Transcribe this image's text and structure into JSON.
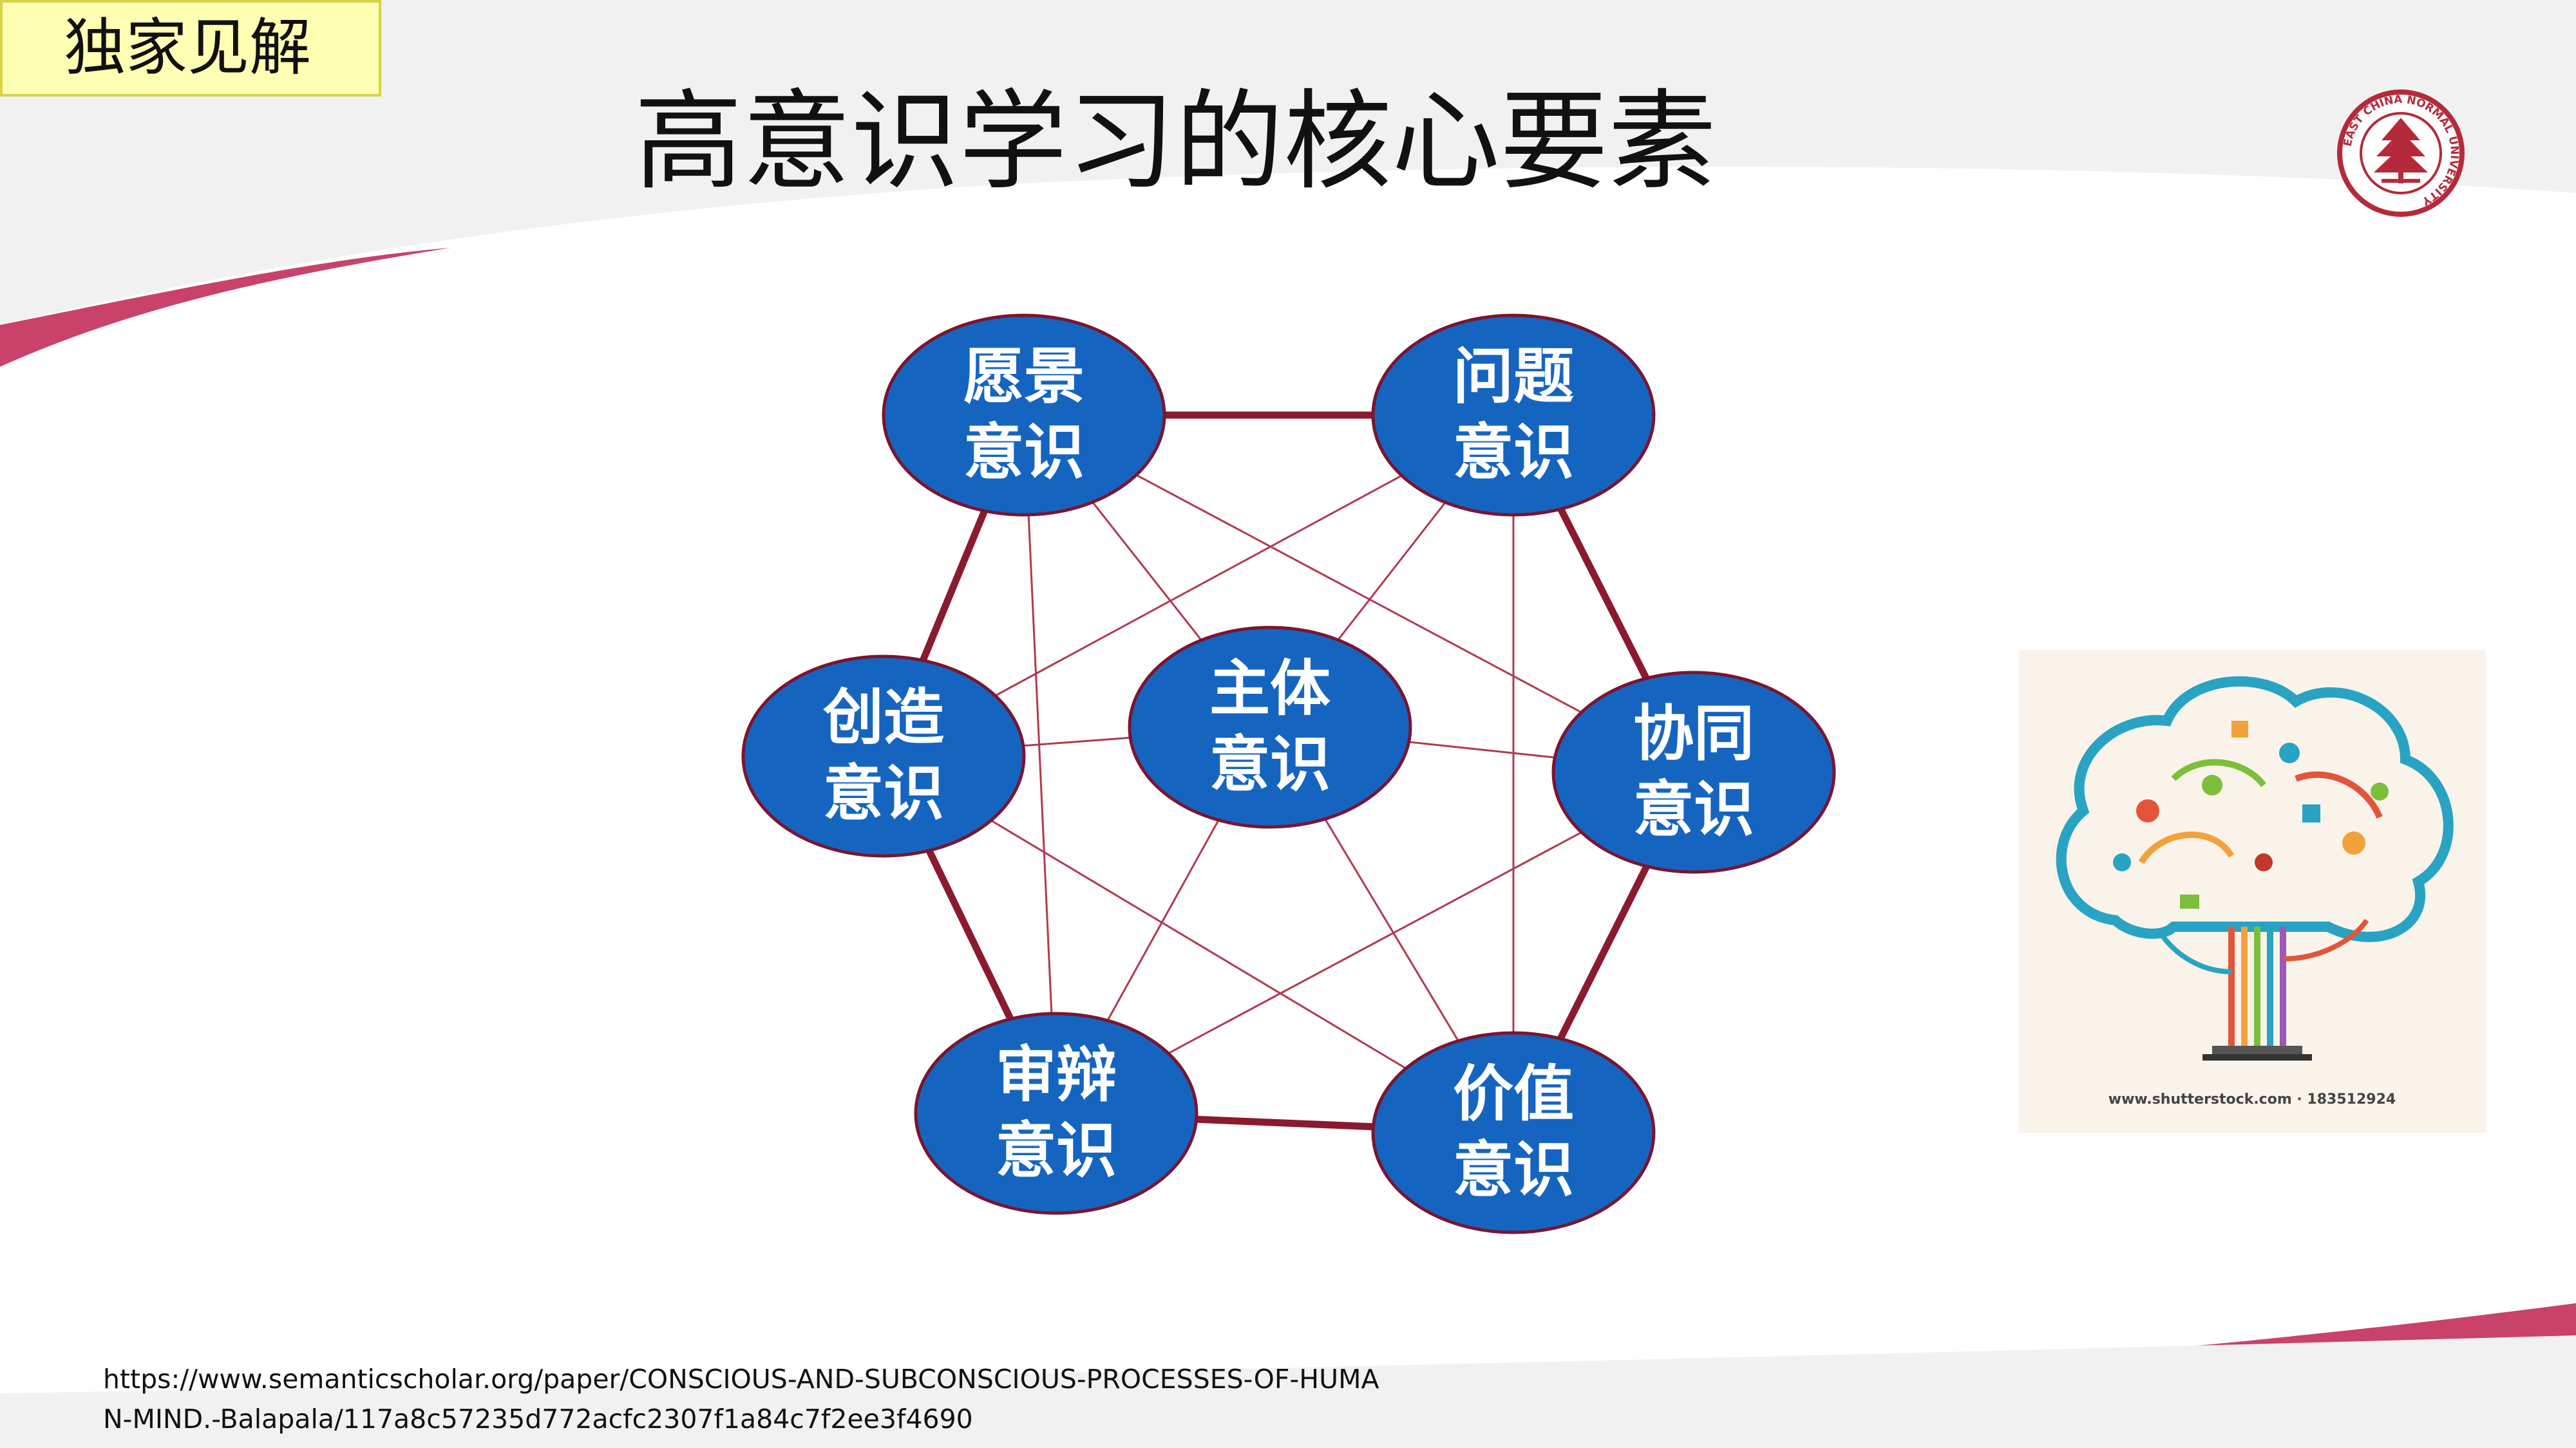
{
  "tag": {
    "label": "独家见解"
  },
  "title": "高意识学习的核心要素",
  "logo": {
    "name": "ecnu-seal-logo",
    "text": "EAST CHINA NORMAL UNIVERSITY",
    "color": "#b52a3a"
  },
  "diagram": {
    "nodes": [
      {
        "id": "vision",
        "line1": "愿景",
        "line2": "意识"
      },
      {
        "id": "problem",
        "line1": "问题",
        "line2": "意识"
      },
      {
        "id": "create",
        "line1": "创造",
        "line2": "意识"
      },
      {
        "id": "subject",
        "line1": "主体",
        "line2": "意识"
      },
      {
        "id": "collab",
        "line1": "协同",
        "line2": "意识"
      },
      {
        "id": "critical",
        "line1": "审辩",
        "line2": "意识"
      },
      {
        "id": "value",
        "line1": "价值",
        "line2": "意识"
      }
    ],
    "hexagon_edges": [
      [
        "vision",
        "problem"
      ],
      [
        "problem",
        "collab"
      ],
      [
        "collab",
        "value"
      ],
      [
        "value",
        "critical"
      ],
      [
        "critical",
        "create"
      ],
      [
        "create",
        "vision"
      ]
    ],
    "cross_links": [
      [
        "vision",
        "subject"
      ],
      [
        "vision",
        "critical"
      ],
      [
        "vision",
        "collab"
      ],
      [
        "problem",
        "create"
      ],
      [
        "problem",
        "subject"
      ],
      [
        "problem",
        "value"
      ],
      [
        "create",
        "subject"
      ],
      [
        "create",
        "value"
      ],
      [
        "subject",
        "collab"
      ],
      [
        "subject",
        "critical"
      ],
      [
        "subject",
        "value"
      ],
      [
        "collab",
        "critical"
      ]
    ],
    "colors": {
      "node_fill": "#1565c0",
      "node_stroke": "#7a1530",
      "hexagon": "#8b1a2e",
      "link": "#b03a4f"
    }
  },
  "image": {
    "name": "brain-icons-illustration",
    "watermark": "www.shutterstock.com · 183512924"
  },
  "reference": "https://www.semanticscholar.org/paper/CONSCIOUS-AND-SUBCONSCIOUS-PROCESSES-OF-HUMAN-MIND.-Balapala/117a8c57235d772acfc2307f1a84c7f2ee3f4690",
  "colors": {
    "accent_swoosh": "#c8426a",
    "swoosh_gray": "#ededed"
  }
}
